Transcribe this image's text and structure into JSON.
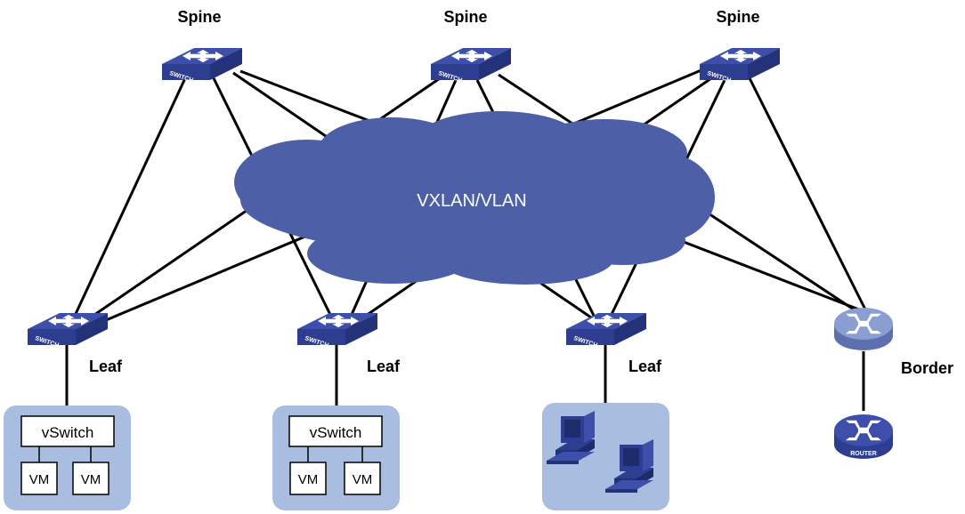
{
  "network": {
    "cloud_label": "VXLAN/VLAN",
    "spine_label": "Spine",
    "leaf_label": "Leaf",
    "border_label": "Border",
    "switch_text": "SWITCH",
    "router_text": "ROUTER",
    "vswitch_label": "vSwitch",
    "vm_label": "VM"
  },
  "colors": {
    "device_blue": "#3d4faa",
    "cloud_blue": "#4d5fa6",
    "host_panel": "#a9bde0",
    "router_body": "#7f94c9",
    "link": "#000000"
  },
  "icons": {
    "switch": "switch-icon",
    "router": "router-icon",
    "pc": "desktop-computer-icon"
  }
}
